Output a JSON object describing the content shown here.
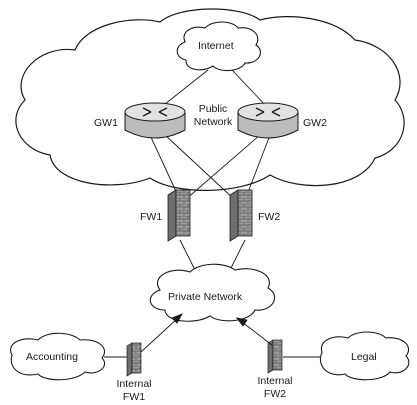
{
  "labels": {
    "internet": "Internet",
    "public_network_line1": "Public",
    "public_network_line2": "Network",
    "gw1": "GW1",
    "gw2": "GW2",
    "fw1": "FW1",
    "fw2": "FW2",
    "private_network": "Private Network",
    "accounting": "Accounting",
    "legal": "Legal",
    "internal_fw1_line1": "Internal",
    "internal_fw1_line2": "FW1",
    "internal_fw2_line1": "Internal",
    "internal_fw2_line2": "FW2"
  },
  "colors": {
    "outline": "#1a1a1a",
    "router_fill": "#c8c8c8",
    "router_top": "#e2e2e2",
    "brick": "#8a8a8a",
    "brick_light": "#bdbdbd"
  },
  "icons": {
    "router": "router-icon",
    "firewall": "firewall-brick-wall-icon",
    "cloud": "cloud-icon"
  }
}
